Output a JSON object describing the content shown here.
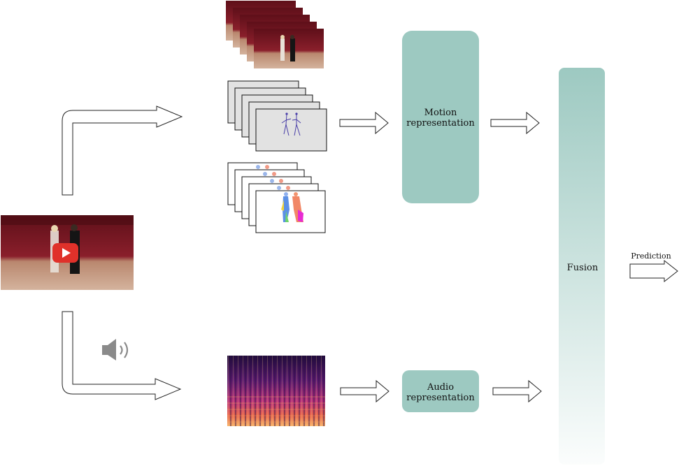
{
  "nodes": {
    "motion": {
      "line1": "Motion",
      "line2": "representation"
    },
    "audio": {
      "line1": "Audio",
      "line2": "representation"
    },
    "fusion": {
      "label": "Fusion"
    }
  },
  "prediction_label": "Prediction",
  "colors": {
    "teal": "#9dc9c1",
    "stage_bg": "#7a1a25",
    "floor": "#c9a38a",
    "play_button": "#e0312a",
    "pose_frame_bg": "#e2e2e2",
    "spectrogram_dark": "#1f0b3a",
    "spectrogram_mid": "#b8327a",
    "spectrogram_hot": "#f6b26b"
  },
  "icons": {
    "video": "play-button-icon",
    "audio": "speaker-icon"
  }
}
